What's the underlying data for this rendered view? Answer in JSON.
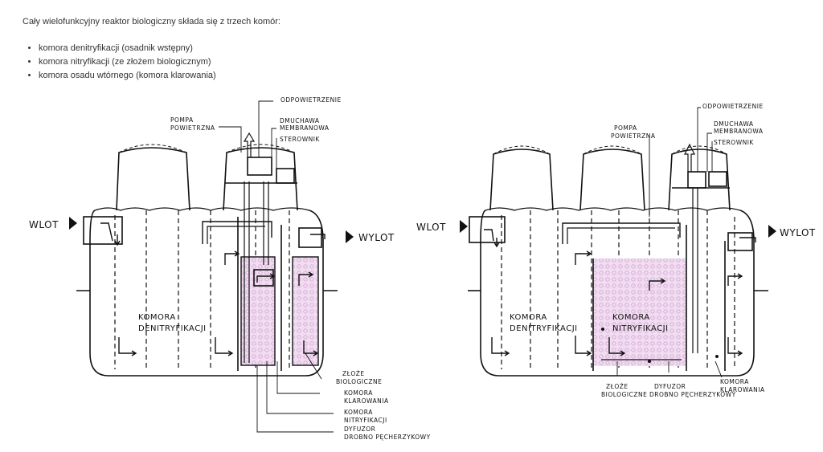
{
  "intro": "Cały wielofunkcyjny reaktor biologiczny składa się z trzech komór:",
  "chambers": [
    "komora denitryfikacji (osadnik wstępny)",
    "komora nitryfikacji (ze złożem biologicznym)",
    "komora osadu wtórnego (komora klarowania)"
  ],
  "diagram_left": {
    "vent": "ODPOWIETRZENIE",
    "air_pump_1": "POMPA",
    "air_pump_2": "POWIETRZNA",
    "blower_1": "DMUCHAWA",
    "blower_2": "MEMBRANOWA",
    "controller": "STEROWNIK",
    "inlet": "WLOT",
    "outlet": "WYLOT",
    "denit_1": "KOMORA",
    "denit_2": "DENITRYFIKACJI",
    "bed_1": "ZŁOŻE",
    "bed_2": "BIOLOGICZNE",
    "clar_1": "KOMORA",
    "clar_2": "KLAROWANIA",
    "nit_1": "KOMORA",
    "nit_2": "NITRYFIKACJI",
    "diff_1": "DYFUZOR",
    "diff_2": "DROBNO PĘCHERZYKOWY"
  },
  "diagram_right": {
    "vent": "ODPOWIETRZENIE",
    "air_pump_1": "POMPA",
    "air_pump_2": "POWIETRZNA",
    "blower_1": "DMUCHAWA",
    "blower_2": "MEMBRANOWA",
    "controller": "STEROWNIK",
    "inlet": "WLOT",
    "outlet": "WYLOT",
    "denit_1": "KOMORA",
    "denit_2": "DENITRYFIKACJI",
    "nit_1": "KOMORA",
    "nit_2": "NITRYFIKACJI",
    "bed_1": "ZŁOŻE",
    "bed_2": "BIOLOGICZNE",
    "diff_1": "DYFUZOR",
    "diff_2": "DROBNO PĘCHERZYKOWY",
    "clar_1": "KOMORA",
    "clar_2": "KLAROWANIA"
  },
  "colors": {
    "bed_fill": "#e8c8e8",
    "line": "#111111"
  }
}
